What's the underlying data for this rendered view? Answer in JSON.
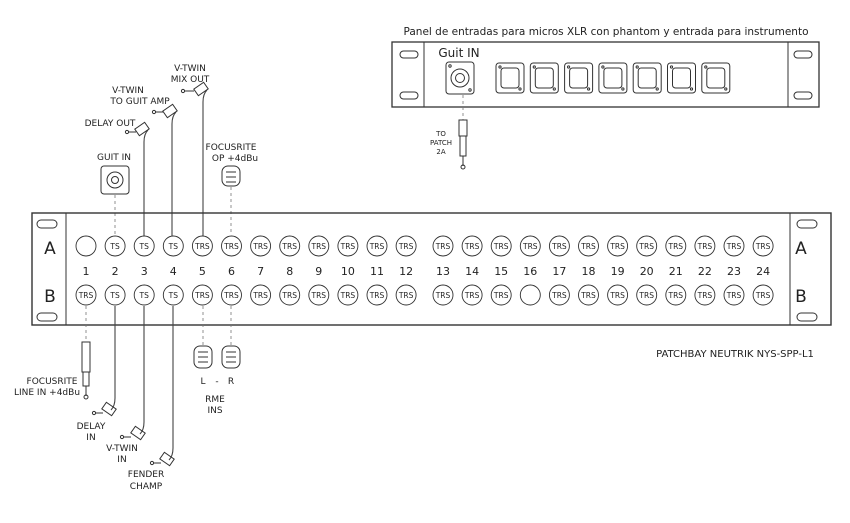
{
  "patchbay": {
    "model": "PATCHBAY  NEUTRIK  NYS-SPP-L1",
    "row_a": "A",
    "row_b": "B",
    "channel_numbers": [
      "1",
      "2",
      "3",
      "4",
      "5",
      "6",
      "7",
      "8",
      "9",
      "10",
      "11",
      "12",
      "13",
      "14",
      "15",
      "16",
      "17",
      "18",
      "19",
      "20",
      "21",
      "22",
      "23",
      "24"
    ],
    "row_a_jacks": [
      "",
      "TS",
      "TS",
      "TS",
      "TRS",
      "TRS",
      "TRS",
      "TRS",
      "TRS",
      "TRS",
      "TRS",
      "TRS",
      "TRS",
      "TRS",
      "TRS",
      "TRS",
      "TRS",
      "TRS",
      "TRS",
      "TRS",
      "TRS",
      "TRS",
      "TRS",
      "TRS"
    ],
    "row_b_jacks": [
      "TRS",
      "TS",
      "TS",
      "TS",
      "TRS",
      "TRS",
      "TRS",
      "TRS",
      "TRS",
      "TRS",
      "TRS",
      "TRS",
      "TRS",
      "TRS",
      "TRS",
      "",
      "TRS",
      "TRS",
      "TRS",
      "TRS",
      "TRS",
      "TRS",
      "TRS",
      "TRS"
    ]
  },
  "input_panel": {
    "title": "Panel de entradas para micros XLR  con phantom y entrada para instrumento",
    "guit_in": "Guit IN",
    "to_patch": [
      "TO",
      "PATCH",
      "2A"
    ]
  },
  "top_labels": {
    "guit_in": "GUIT IN",
    "delay_out": "DELAY OUT",
    "vtwin_to_guit_amp": [
      "V-TWIN",
      "TO GUIT  AMP"
    ],
    "vtwin_mix_out": [
      "V-TWIN",
      "MIX OUT"
    ],
    "focusrite_op": [
      "FOCUSRITE",
      "OP  +4dBu"
    ]
  },
  "bottom_labels": {
    "focusrite_line_in": [
      "FOCUSRITE",
      "LINE IN  +4dBu"
    ],
    "delay_in": [
      "DELAY",
      "IN"
    ],
    "vtwin_in": [
      "V-TWIN",
      "IN"
    ],
    "fender_champ": [
      "FENDER",
      "CHAMP"
    ],
    "rme_l": "L",
    "rme_dash": "-",
    "rme_r": "R",
    "rme_ins": [
      "RME",
      "INS"
    ]
  }
}
